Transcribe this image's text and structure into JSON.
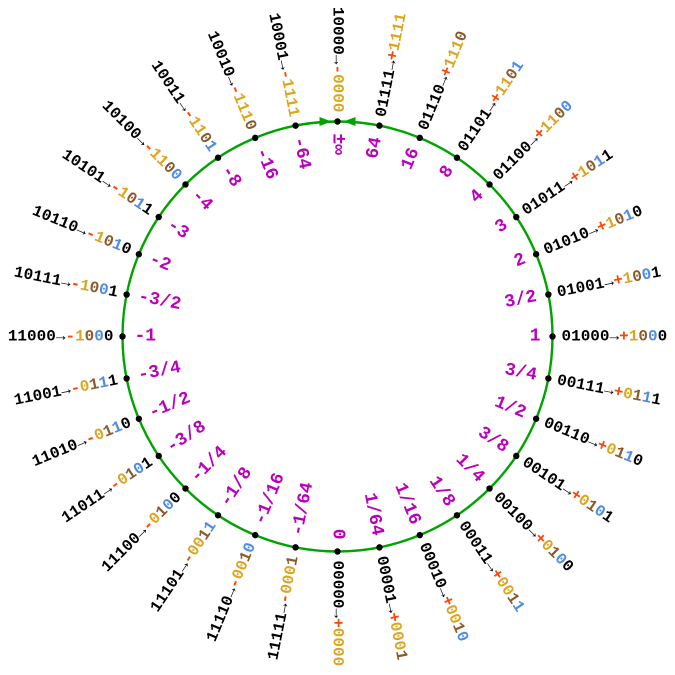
{
  "figure": {
    "arrow_glyph": "→",
    "colors": {
      "circle_green": "#00A300",
      "dot_black": "#000000",
      "code_black": "#000000",
      "sign_red": "#FF4500",
      "regime_gold": "#DAA520",
      "regime_terminator_brown": "#8B5A2B",
      "exponent_blue": "#4E8AE8",
      "fraction_black": "#000000",
      "value_magenta": "#BB00BB"
    },
    "points": [
      {
        "code": "10000",
        "sign": "-",
        "bits": "0000",
        "fields": "rrrr",
        "value": "±∞"
      },
      {
        "code": "01111",
        "sign": "+",
        "bits": "1111",
        "fields": "rrrr",
        "value": "64"
      },
      {
        "code": "01110",
        "sign": "+",
        "bits": "1110",
        "fields": "rrrt",
        "value": "16"
      },
      {
        "code": "01101",
        "sign": "+",
        "bits": "1101",
        "fields": "rrte",
        "value": "8"
      },
      {
        "code": "01100",
        "sign": "+",
        "bits": "1100",
        "fields": "rrte",
        "value": "4"
      },
      {
        "code": "01011",
        "sign": "+",
        "bits": "1011",
        "fields": "rtef",
        "value": "3"
      },
      {
        "code": "01010",
        "sign": "+",
        "bits": "1010",
        "fields": "rtef",
        "value": "2"
      },
      {
        "code": "01001",
        "sign": "+",
        "bits": "1001",
        "fields": "rtef",
        "value": "3/2"
      },
      {
        "code": "01000",
        "sign": "+",
        "bits": "1000",
        "fields": "rtef",
        "value": "1"
      },
      {
        "code": "00111",
        "sign": "+",
        "bits": "0111",
        "fields": "rtef",
        "value": "3/4"
      },
      {
        "code": "00110",
        "sign": "+",
        "bits": "0110",
        "fields": "rtef",
        "value": "1/2"
      },
      {
        "code": "00101",
        "sign": "+",
        "bits": "0101",
        "fields": "rtef",
        "value": "3/8"
      },
      {
        "code": "00100",
        "sign": "+",
        "bits": "0100",
        "fields": "rtef",
        "value": "1/4"
      },
      {
        "code": "00011",
        "sign": "+",
        "bits": "0011",
        "fields": "rrte",
        "value": "1/8"
      },
      {
        "code": "00010",
        "sign": "+",
        "bits": "0010",
        "fields": "rrte",
        "value": "1/16"
      },
      {
        "code": "00001",
        "sign": "+",
        "bits": "0001",
        "fields": "rrrt",
        "value": "1/64"
      },
      {
        "code": "00000",
        "sign": "+",
        "bits": "0000",
        "fields": "rrrr",
        "value": "0"
      },
      {
        "code": "11111",
        "sign": "-",
        "bits": "0001",
        "fields": "rrrt",
        "value": "-1/64"
      },
      {
        "code": "11110",
        "sign": "-",
        "bits": "0010",
        "fields": "rrte",
        "value": "-1/16"
      },
      {
        "code": "11101",
        "sign": "-",
        "bits": "0011",
        "fields": "rrte",
        "value": "-1/8"
      },
      {
        "code": "11100",
        "sign": "-",
        "bits": "0100",
        "fields": "rtef",
        "value": "-1/4"
      },
      {
        "code": "11011",
        "sign": "-",
        "bits": "0101",
        "fields": "rtef",
        "value": "-3/8"
      },
      {
        "code": "11010",
        "sign": "-",
        "bits": "0110",
        "fields": "rtef",
        "value": "-1/2"
      },
      {
        "code": "11001",
        "sign": "-",
        "bits": "0111",
        "fields": "rtef",
        "value": "-3/4"
      },
      {
        "code": "11000",
        "sign": "-",
        "bits": "1000",
        "fields": "rtef",
        "value": "-1"
      },
      {
        "code": "10111",
        "sign": "-",
        "bits": "1001",
        "fields": "rtef",
        "value": "-3/2"
      },
      {
        "code": "10110",
        "sign": "-",
        "bits": "1010",
        "fields": "rtef",
        "value": "-2"
      },
      {
        "code": "10101",
        "sign": "-",
        "bits": "1011",
        "fields": "rtef",
        "value": "-3"
      },
      {
        "code": "10100",
        "sign": "-",
        "bits": "1100",
        "fields": "rrte",
        "value": "-4"
      },
      {
        "code": "10011",
        "sign": "-",
        "bits": "1101",
        "fields": "rrte",
        "value": "-8"
      },
      {
        "code": "10010",
        "sign": "-",
        "bits": "1110",
        "fields": "rrrt",
        "value": "-16"
      },
      {
        "code": "10001",
        "sign": "-",
        "bits": "1111",
        "fields": "rrrr",
        "value": "-64"
      }
    ]
  }
}
